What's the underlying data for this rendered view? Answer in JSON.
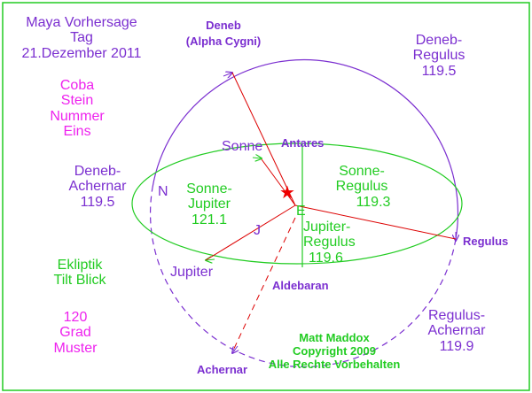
{
  "title_block": {
    "line1": "Maya Vorhersage",
    "line2": "Tag",
    "line3": "21.Dezember 2011"
  },
  "subtitle_block": {
    "line1": "Coba",
    "line2": "Stein",
    "line3": "Nummer",
    "line4": "Eins"
  },
  "view_block": {
    "line1": "Ekliptik",
    "line2": "Tilt Blick"
  },
  "pattern_block": {
    "line1": "120",
    "line2": "Grad",
    "line3": "Muster"
  },
  "stars": {
    "deneb_line1": "Deneb",
    "deneb_line2": "(Alpha Cygni)",
    "regulus": "Regulus",
    "achernar": "Achernar",
    "antares": "Antares",
    "aldebaran": "Aldebaran",
    "sonne": "Sonne",
    "jupiter": "Jupiter"
  },
  "markers": {
    "north": "N",
    "earth": "E",
    "jupiter_short": "J",
    "star_glyph": "★"
  },
  "angles": {
    "deneb_regulus": {
      "line1": "Deneb-",
      "line2": "Regulus",
      "value": "119.5"
    },
    "deneb_achernar": {
      "line1": "Deneb-",
      "line2": "Achernar",
      "value": "119.5"
    },
    "regulus_achernar": {
      "line1": "Regulus-",
      "line2": "Achernar",
      "value": "119.9"
    },
    "sonne_jupiter": {
      "line1": "Sonne-",
      "line2": "Jupiter",
      "value": "121.1"
    },
    "sonne_regulus": {
      "line1": "Sonne-",
      "line2": "Regulus",
      "value": "119.3"
    },
    "jupiter_regulus": {
      "line1": "Jupiter-",
      "line2": "Regulus",
      "value": "119.6"
    }
  },
  "credits": {
    "line1": "Matt Maddox",
    "line2": "Copyright 2009",
    "line3": "Alle Rechte Vorbehalten"
  },
  "colors": {
    "border": "#22cc22",
    "celestial_circle": "#7b2fd0",
    "ecliptic": "#22cc22",
    "lines": "#dd0000",
    "violet_text": "#7b2fd0",
    "magenta_text": "#ee22ee",
    "green_text": "#22cc22"
  }
}
